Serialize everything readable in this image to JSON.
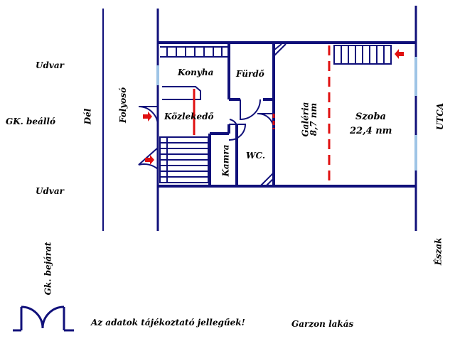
{
  "title": "Garzon lakás",
  "note": "Az adatok tájékoztató jellegűek!",
  "surroundings": {
    "yard_top": "Udvar",
    "yard_bottom": "Udvar",
    "parking": "GK. beálló",
    "south": "Dél",
    "corridor": "Folyosó",
    "street": "UTCA",
    "north": "Észak",
    "car_entrance": "Gk. bejárat"
  },
  "rooms": {
    "kitchen": "Konyha",
    "bathroom": "Fürdő",
    "hallway": "Közlekedő",
    "pantry": "Kamra",
    "wc": "WC.",
    "gallery_name": "Galéria",
    "gallery_area": "8,7 nm",
    "room_name": "Szoba",
    "room_area": "22,4 nm"
  },
  "colors": {
    "wall": "#10107a",
    "marker": "#e01010",
    "window": "#9ec4e6",
    "text": "#000000"
  }
}
